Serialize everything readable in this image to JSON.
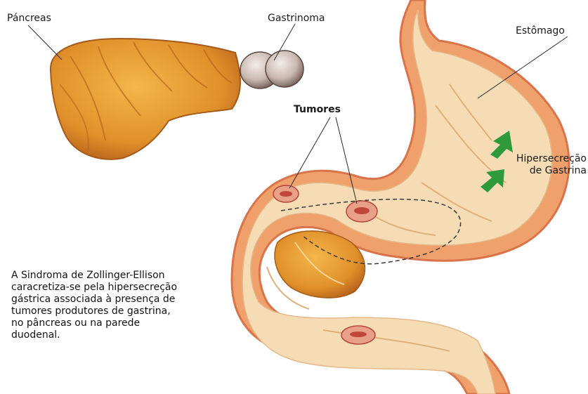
{
  "labels": {
    "pancreas": "Páncreas",
    "gastrinoma": "Gastrinoma",
    "stomach": "Estômago",
    "tumors": "Tumores",
    "hypersecretion_line1": "Hipersecreção",
    "hypersecretion_line2": "de Gastrina"
  },
  "caption": {
    "lines": [
      "A Sindroma de Zollinger-Ellison",
      "caracretiza-se pela hipersecreção",
      "gástrica associada à presença de",
      "tumores produtores de gastrina,",
      "no pâncreas ou na parede",
      "duodenal."
    ]
  },
  "colors": {
    "organ_outline": "#d9734a",
    "organ_wall": "#f0a06b",
    "lining": "#f5dcb4",
    "pancreas": "#e8992f",
    "arrow": "#2e9a3c",
    "tumor": "#c0473a",
    "gastrinoma": "#c9b8b0"
  }
}
